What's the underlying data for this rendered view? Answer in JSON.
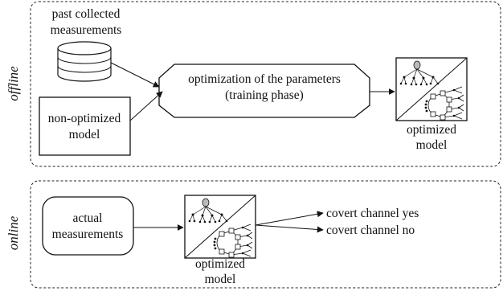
{
  "offline": {
    "section_label": "offline",
    "db_label_line1": "past collected",
    "db_label_line2": "measurements",
    "model_line1": "non-optimized",
    "model_line2": "model",
    "process_line1": "optimization of the parameters",
    "process_line2": "(training phase)",
    "output_line1": "optimized",
    "output_line2": "model"
  },
  "online": {
    "section_label": "online",
    "input_line1": "actual",
    "input_line2": "measurements",
    "model_line1": "optimized",
    "model_line2": "model",
    "result_yes": "covert channel yes",
    "result_no": "covert channel no"
  }
}
